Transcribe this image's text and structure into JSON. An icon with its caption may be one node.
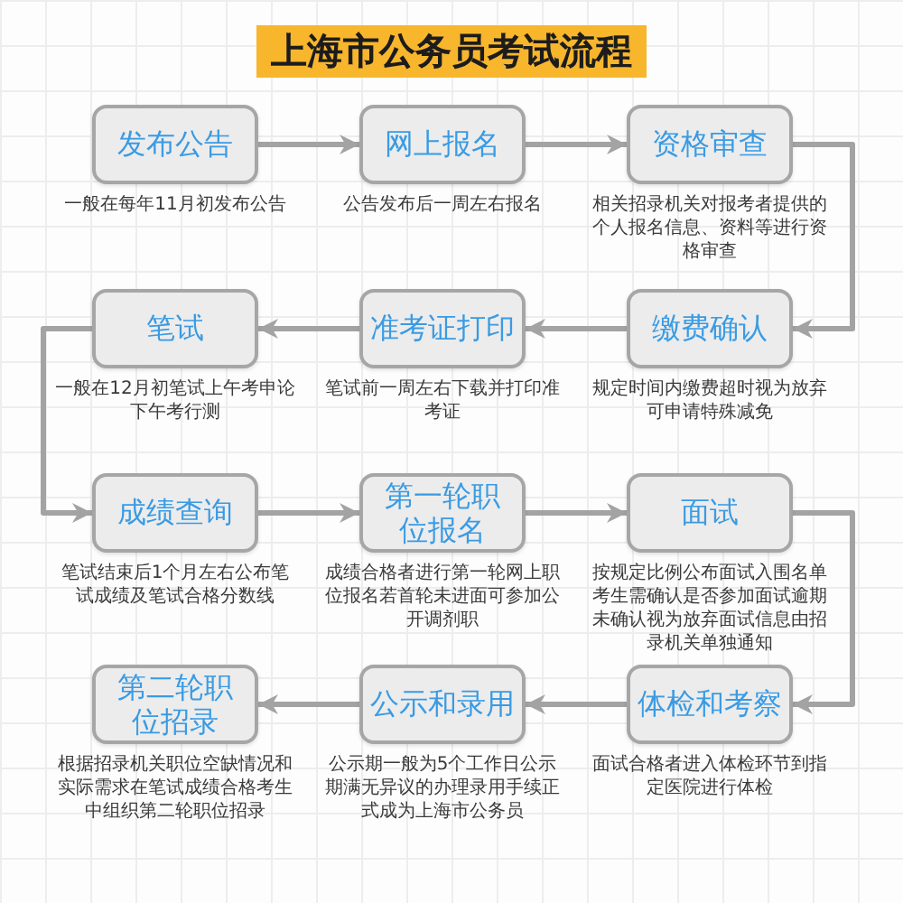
{
  "diagram": {
    "title": "上海市公务员考试流程",
    "nodes": [
      {
        "text": [
          "发布公告"
        ],
        "beside": [
          "一般在每年11月初发布公告"
        ]
      },
      {
        "text": [
          "网上报名"
        ],
        "beside": [
          "公告发布后一周左右报名"
        ]
      },
      {
        "text": [
          "资格审查"
        ],
        "beside": [
          "相关招录机关对报考者提供的个人报名信息、资料等进行资格审查"
        ]
      },
      {
        "text": [
          "缴费确认"
        ],
        "beside": [
          "规定时间内缴费超时视为放弃可申请特殊减免"
        ]
      },
      {
        "text": [
          "准考证打印"
        ],
        "beside": [
          "笔试前一周左右下载并打印准考证"
        ]
      },
      {
        "text": [
          "笔试"
        ],
        "beside": [
          "一般在12月初笔试上午考申论下午考行测"
        ]
      },
      {
        "text": [
          "成绩查询"
        ],
        "beside": [
          "笔试结束后1个月左右公布笔试成绩及笔试合格分数线"
        ]
      },
      {
        "text": [
          "第一轮职位报名"
        ],
        "beside": [
          "成绩合格者进行第一轮网上职位报名若首轮未进面可参加公开调剂职"
        ]
      },
      {
        "text": [
          "面试"
        ],
        "beside": [
          "按规定比例公布面试入围名单考生需确认是否参加面试逾期未确认视为放弃面试信息由招录机关单独通知"
        ]
      },
      {
        "text": [
          "体检和考察"
        ],
        "beside": [
          "面试合格者进入体检环节到指定医院进行体检"
        ]
      },
      {
        "text": [
          "公示和录用"
        ],
        "beside": [
          "公示期一般为5个工作日公示期满无异议的办理录用手续正式成为上海市公务员"
        ]
      },
      {
        "text": [
          "第二轮职位招录"
        ],
        "beside": [
          "根据招录机关职位空缺情况和实际需求在笔试成绩合格考生中组织第二轮职位招录"
        ]
      }
    ],
    "edges": [
      {
        "from": 0,
        "to": 1,
        "arrow": "to"
      },
      {
        "from": 1,
        "to": 2,
        "arrow": "to"
      },
      {
        "from": 2,
        "to": 3,
        "arrow": "to"
      },
      {
        "from": 3,
        "to": 4,
        "arrow": "to"
      },
      {
        "from": 4,
        "to": 5,
        "arrow": "to"
      },
      {
        "from": 5,
        "to": 6,
        "arrow": "to"
      },
      {
        "from": 6,
        "to": 7,
        "arrow": "to"
      },
      {
        "from": 7,
        "to": 8,
        "arrow": "to"
      },
      {
        "from": 8,
        "to": 9,
        "arrow": "to"
      },
      {
        "from": 9,
        "to": 10,
        "arrow": "to"
      },
      {
        "from": 10,
        "to": 11,
        "arrow": "to"
      }
    ]
  }
}
